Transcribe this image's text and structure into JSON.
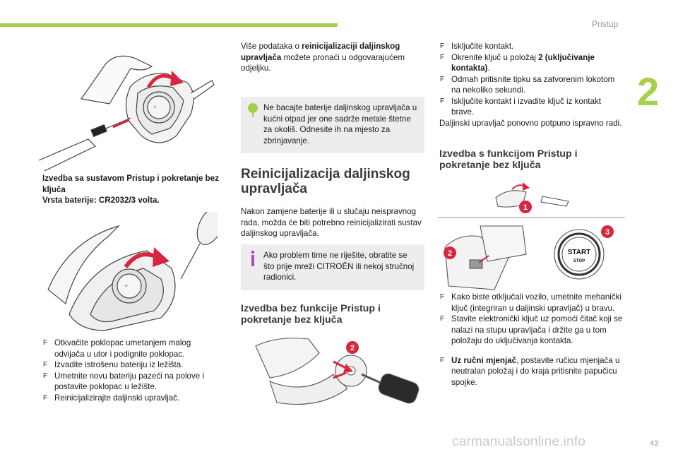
{
  "header": {
    "section": "Pristup",
    "chapter": "2"
  },
  "footer": {
    "page": "43",
    "watermark": "carmanualsonline.info"
  },
  "col1": {
    "caption_line1": "Izvedba sa sustavom Pristup i pokretanje bez ključa",
    "caption_line2": "Vrsta baterije: CR2032/3 volta.",
    "steps": [
      "Otkvačite poklopac umetanjem malog odvijača u utor i podignite poklopac.",
      "Izvadite istrošenu bateriju iz ležišta.",
      "Umetnite novu bateriju pazeći na polove i postavite poklopac u ležište.",
      "Reinicijalizirajte daljinski upravljač."
    ]
  },
  "col2": {
    "intro_pre": "Više podataka o ",
    "intro_bold": "reinicijalizaciji daljinskog upravljača",
    "intro_post": " možete pronaći u odgovarajućem odjeljku.",
    "env_note": "Ne bacajte baterije daljinskog upravljača u kućni otpad jer one sadrže metale štetne za okoliš. Odnesite ih na mjesto za zbrinjavanje.",
    "heading_reinit": "Reinicijalizacija daljinskog upravljača",
    "reinit_text": "Nakon zamjene baterije ili u slučaju neispravnog rada, možda će biti potrebno reinicijalizirati sustav daljinskog upravljača.",
    "info_note": "Ako problem time ne riješite, obratite se što prije mreži CITROËN ili nekoj stručnoj radionici.",
    "heading_without": "Izvedba bez funkcije Pristup i pokretanje bez ključa",
    "fig_badge": "2"
  },
  "col3": {
    "step1": "Isključite kontakt.",
    "step2_pre": "Okrenite ključ u položaj ",
    "step2_bold": "2 (uključivanje kontakta)",
    "step2_post": ".",
    "step3": "Odmah pritisnite tipku sa zatvorenim lokotom na nekoliko sekundi.",
    "step4": "Isključite kontakt i izvadite ključ iz kontakt brave.",
    "result": "Daljinski upravljač ponovno potpuno ispravno radi.",
    "heading_with": "Izvedba s funkcijom Pristup i pokretanje bez ključa",
    "badges": [
      "1",
      "2",
      "3"
    ],
    "start_label": "START",
    "stop_label": "STOP",
    "steps2": [
      "Kako biste otključali vozilo, umetnite mehanički ključ (integriran u daljinski upravljač) u bravu.",
      "Stavite elektronički ključ uz pomoći čitač koji se nalazi na stupu upravljača i držite ga u tom položaju do uključivanja kontakta."
    ],
    "manual_bold": "Uz ručni mjenjač",
    "manual_text": ", postavite ručicu mjenjača u neutralan položaj i do kraja pritisnite papučicu spojke."
  },
  "colors": {
    "accent_green": "#a6d047",
    "badge_red": "#d8263e",
    "arrow_red": "#d8263e",
    "info_purple": "#a24fc7",
    "note_grey": "#ededed"
  }
}
